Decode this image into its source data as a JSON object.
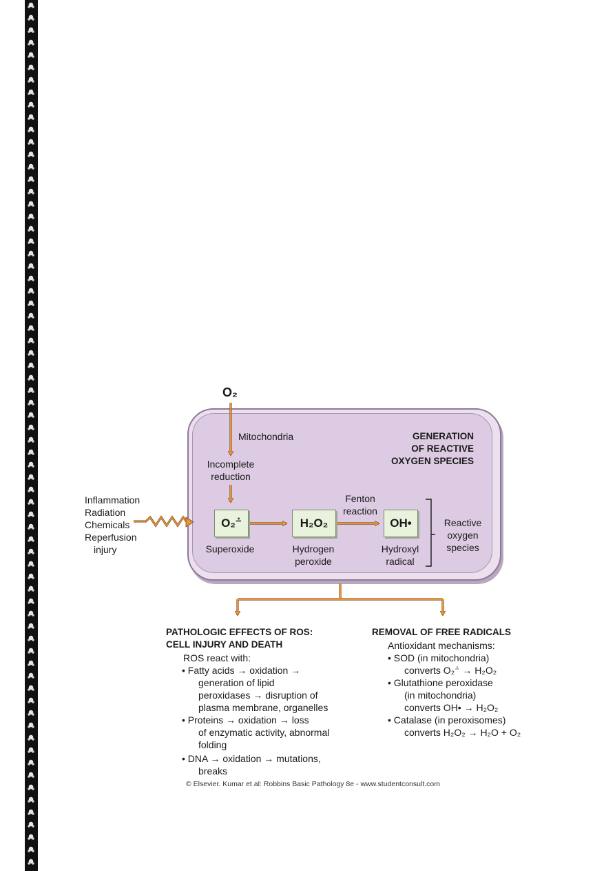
{
  "diagram": {
    "o2_top": "O₂",
    "mitochondria": "Mitochondria",
    "incomplete_reduction": [
      "Incomplete",
      "reduction"
    ],
    "box_title": [
      "GENERATION",
      "OF REACTIVE",
      "OXYGEN SPECIES"
    ],
    "causes": [
      "Inflammation",
      "Radiation",
      "Chemicals",
      "Reperfusion",
      "injury"
    ],
    "species": [
      {
        "formula": "O₂⁻̇",
        "label": [
          "Superoxide"
        ]
      },
      {
        "formula": "H₂O₂",
        "label": [
          "Hydrogen",
          "peroxide"
        ]
      },
      {
        "formula": "OH•",
        "label": [
          "Hydroxyl",
          "radical"
        ]
      }
    ],
    "fenton": [
      "Fenton",
      "reaction"
    ],
    "ros_bracket_label": [
      "Reactive",
      "oxygen",
      "species"
    ],
    "pathologic": {
      "title": [
        "PATHOLOGIC EFFECTS OF ROS:",
        "CELL INJURY AND DEATH"
      ],
      "intro": "ROS react with:",
      "items": [
        [
          "• Fatty acids → oxidation →",
          "generation of lipid",
          "peroxidases → disruption of",
          "plasma membrane, organelles"
        ],
        [
          "• Proteins → oxidation → loss",
          "of enzymatic activity, abnormal",
          "folding"
        ],
        [
          "• DNA → oxidation → mutations,",
          "breaks"
        ]
      ]
    },
    "removal": {
      "title": "REMOVAL OF FREE RADICALS",
      "intro": "Antioxidant mechanisms:",
      "items": [
        [
          "• SOD (in mitochondria)",
          "converts O₂⁻̇ → H₂O₂"
        ],
        [
          "• Glutathione peroxidase",
          "(in mitochondria)",
          "converts OH• → H₂O₂"
        ],
        [
          "• Catalase (in peroxisomes)",
          "converts H₂O₂ → H₂O + O₂"
        ]
      ]
    },
    "copyright": "© Elsevier. Kumar et al: Robbins Basic Pathology 8e - www.studentconsult.com"
  },
  "colors": {
    "box_fill": "#dccbe2",
    "chem_fill": "#e8f2dc",
    "arrow": "#e8953a"
  }
}
